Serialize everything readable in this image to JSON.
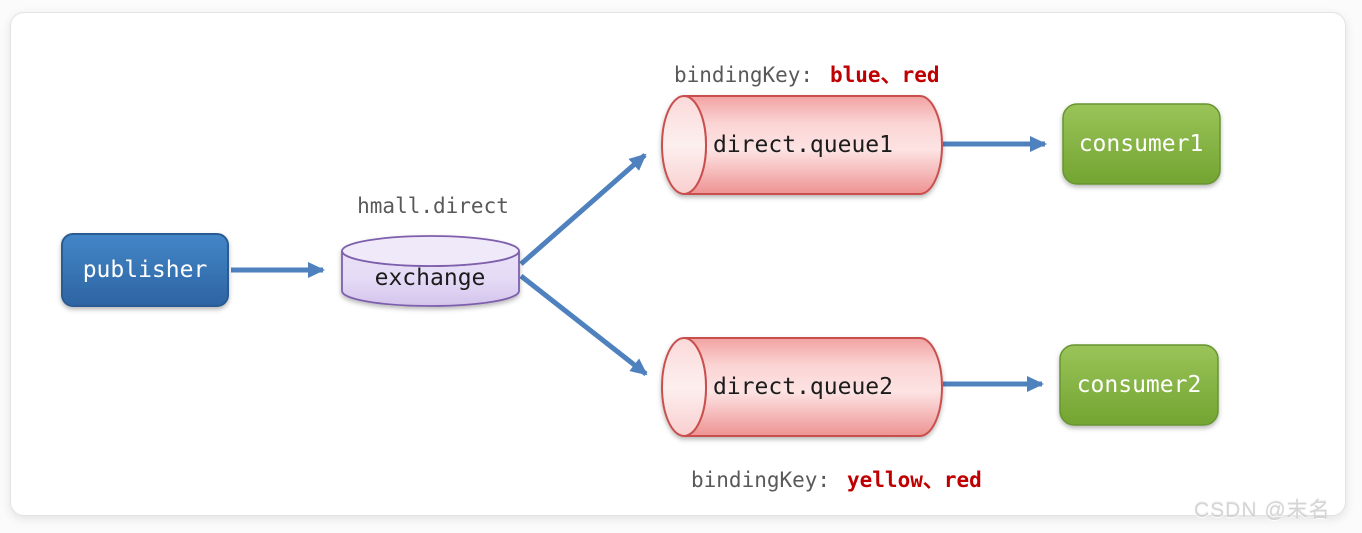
{
  "page": {
    "watermark": "CSDN @末名"
  },
  "labels": {
    "exchange_name": "hmall.direct",
    "binding_key_prefix": "bindingKey:",
    "binding_key_1_values": "blue、red",
    "binding_key_2_values": "yellow、red"
  },
  "nodes": {
    "publisher": {
      "label": "publisher",
      "fill": "#3778BD",
      "border": "#2B5C93",
      "text_color": "#ffffff"
    },
    "exchange": {
      "label": "exchange",
      "fill": "#E3D8F4",
      "border": "#7E5FAC",
      "text_color": "#1a1a1a"
    },
    "queue1": {
      "label": "direct.queue1",
      "fill": "#FBD2D2",
      "border": "#C9504E",
      "text_color": "#1a1a1a"
    },
    "queue2": {
      "label": "direct.queue2",
      "fill": "#FBD2D2",
      "border": "#C9504E",
      "text_color": "#1a1a1a"
    },
    "consumer1": {
      "label": "consumer1",
      "fill": "#84B443",
      "border": "#679431",
      "text_color": "#ffffff"
    },
    "consumer2": {
      "label": "consumer2",
      "fill": "#84B443",
      "border": "#679431",
      "text_color": "#ffffff"
    }
  },
  "colors": {
    "arrow": "#4E81BD",
    "binding_key_prefix": "#595959",
    "binding_key_value": "#C00000",
    "exchange_name_label": "#595959"
  }
}
